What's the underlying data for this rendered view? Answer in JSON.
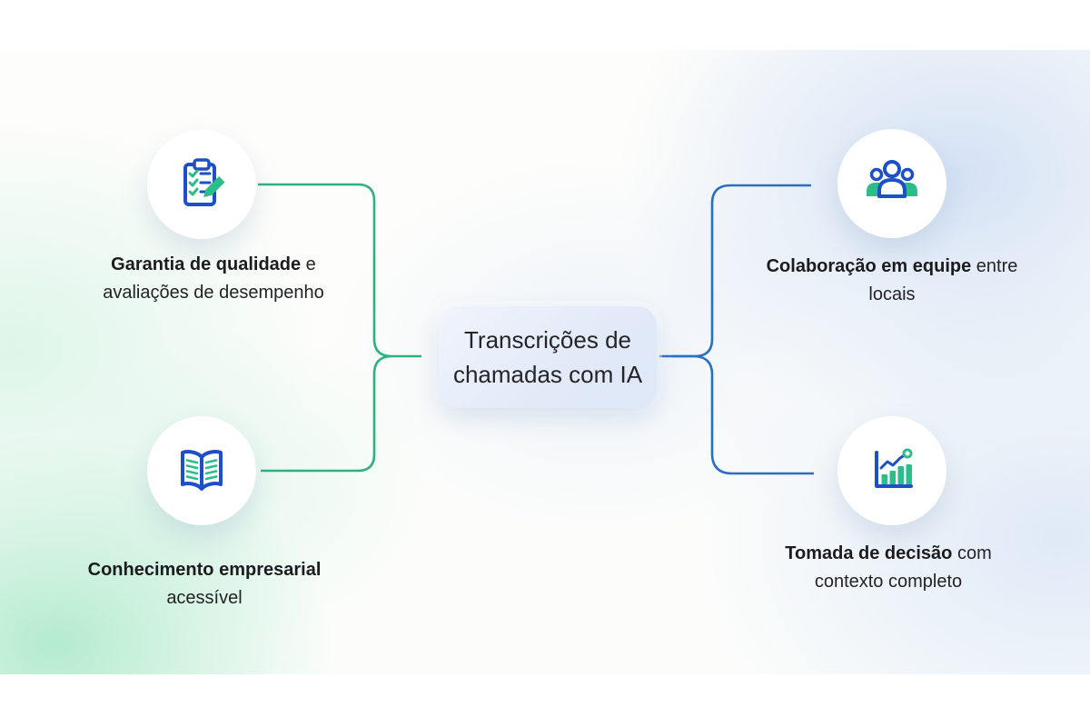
{
  "center": {
    "label": "Transcrições de chamadas com IA"
  },
  "nodes": {
    "quality": {
      "bold": "Garantia de qualidade",
      "rest": " e avaliações de desempenho",
      "icon": "clipboard-checklist-icon"
    },
    "knowledge": {
      "bold": "Conhecimento empresarial",
      "rest": " acessível",
      "icon": "open-book-icon"
    },
    "collaboration": {
      "bold": "Colaboração em equipe",
      "rest": " entre locais",
      "icon": "team-people-icon"
    },
    "decision": {
      "bold": "Tomada de decisão",
      "rest": " com contexto completo",
      "icon": "growth-chart-icon"
    }
  },
  "colors": {
    "accent_green": "#2fb080",
    "accent_blue": "#2a6fc2",
    "icon_blue": "#1d4fc8",
    "icon_green": "#2bbd8a",
    "icon_green_fill": "#3fbd6e",
    "node_fill": "#e2eaf8",
    "bg_mint": "#d9f3e6",
    "bg_blue": "#dfe9f6"
  }
}
